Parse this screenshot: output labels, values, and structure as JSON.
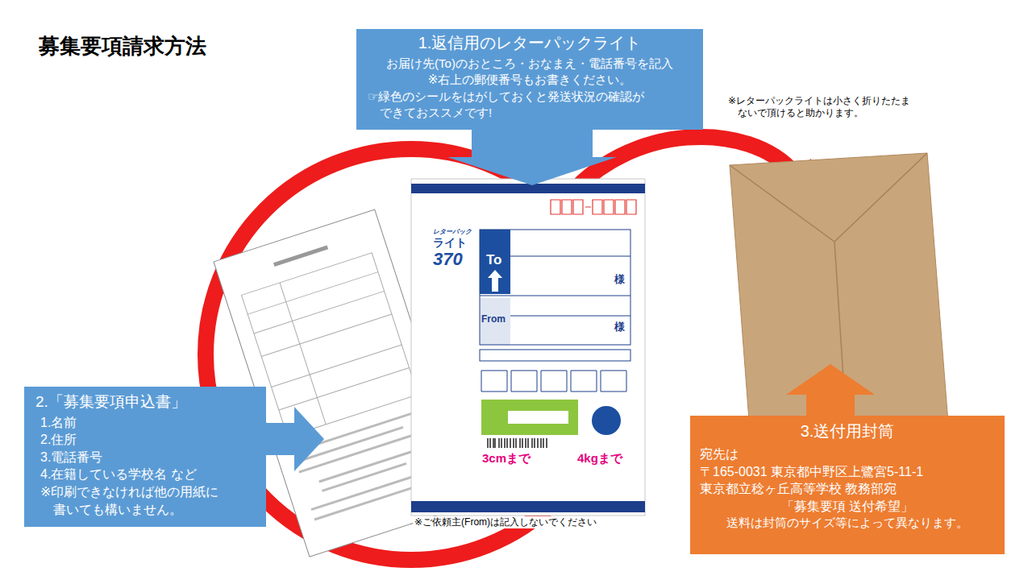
{
  "diagram": {
    "title": "募集要項請求方法",
    "nodes": [
      {
        "text": [
          "1.返信用のレターパックライト",
          "お届け先(To)のおところ・おなまえ・電話番号を記入",
          "※右上の郵便番号もお書きください。",
          "☞緑色のシールをはがしておくと発送状況の確認ができておススメです!"
        ]
      },
      {
        "text": [
          "2.「募集要項申込書」",
          "1.名前",
          "2.住所",
          "3.電話番号",
          "4.在籍している学校名 など",
          "※印刷できなければ他の用紙に書いても構いません。"
        ]
      },
      {
        "text": [
          "3.送付用封筒",
          "宛先は",
          "〒165-0031 東京都中野区上鷺宮5-11-1",
          "東京都立稔ヶ丘高等学校 教務部宛",
          "「募集要項 送付希望」",
          "送料は封筒のサイズ等によって異なります。"
        ]
      }
    ],
    "labels": [
      "※レターパックライトは小さく折りたたまないで頂けると助かります。",
      "※ご依頼主(From)は記入しないでください",
      "レターパック",
      "ライト",
      "370",
      "To",
      "From",
      "様",
      "様",
      "3cmまで",
      "4kgまで"
    ]
  }
}
